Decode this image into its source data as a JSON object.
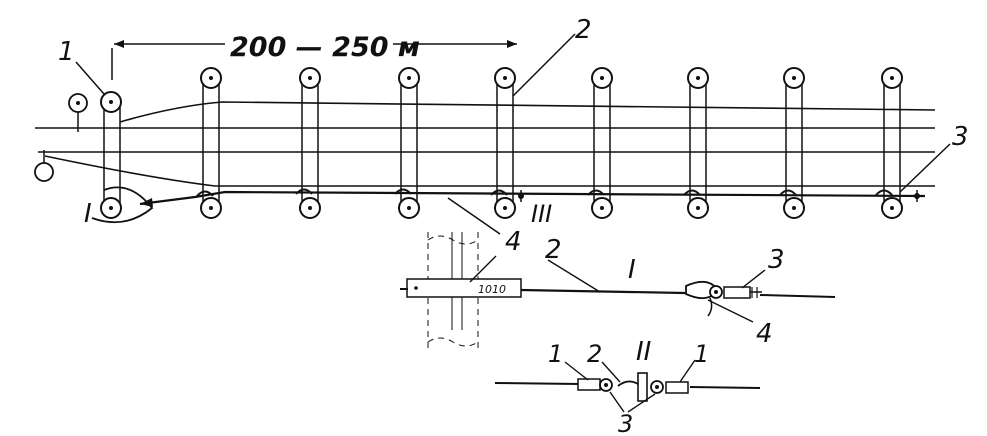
{
  "dimension": {
    "text": "200 — 250 м"
  },
  "main_labels": {
    "l1": "1",
    "l2": "2",
    "l3": "3",
    "l4": "4",
    "detail_I": "I",
    "detail_III": "III"
  },
  "detail_I": {
    "title": "I",
    "l2": "2",
    "l3": "3",
    "l4": "4",
    "plate": "1010"
  },
  "detail_II": {
    "title": "II",
    "l1a": "1",
    "l2": "2",
    "l3": "3",
    "l1b": "1"
  },
  "colors": {
    "ink": "#111111",
    "paper": "#ffffff"
  }
}
